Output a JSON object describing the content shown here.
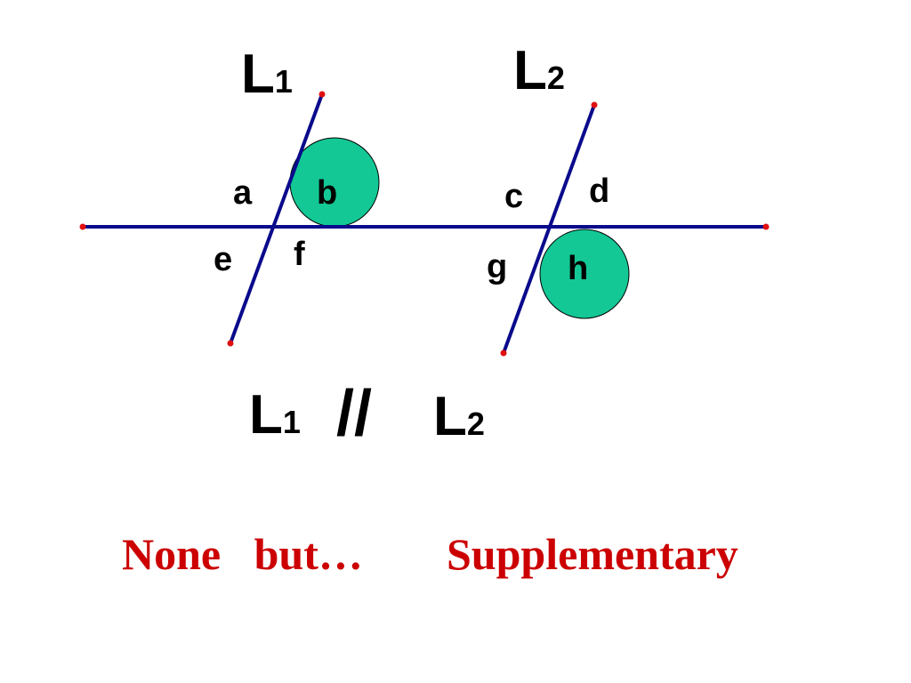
{
  "colors": {
    "line": "#0a0a8c",
    "endpoint": "#e01010",
    "highlight": "#14c896",
    "highlight_stroke": "#000000",
    "text": "#000000",
    "caption": "#cc0000"
  },
  "lines": {
    "l1_main": "L",
    "l1_sub": "1",
    "l2_main": "L",
    "l2_sub": "2"
  },
  "angles": {
    "a": "a",
    "b": "b",
    "c": "c",
    "d": "d",
    "e": "e",
    "f": "f",
    "g": "g",
    "h": "h"
  },
  "highlighted_angles": [
    "b",
    "h"
  ],
  "statement": {
    "left_main": "L",
    "left_sub": "1",
    "symbol": "//",
    "right_main": "L",
    "right_sub": "2"
  },
  "caption": {
    "left": "None   but…",
    "right": "Supplementary"
  }
}
